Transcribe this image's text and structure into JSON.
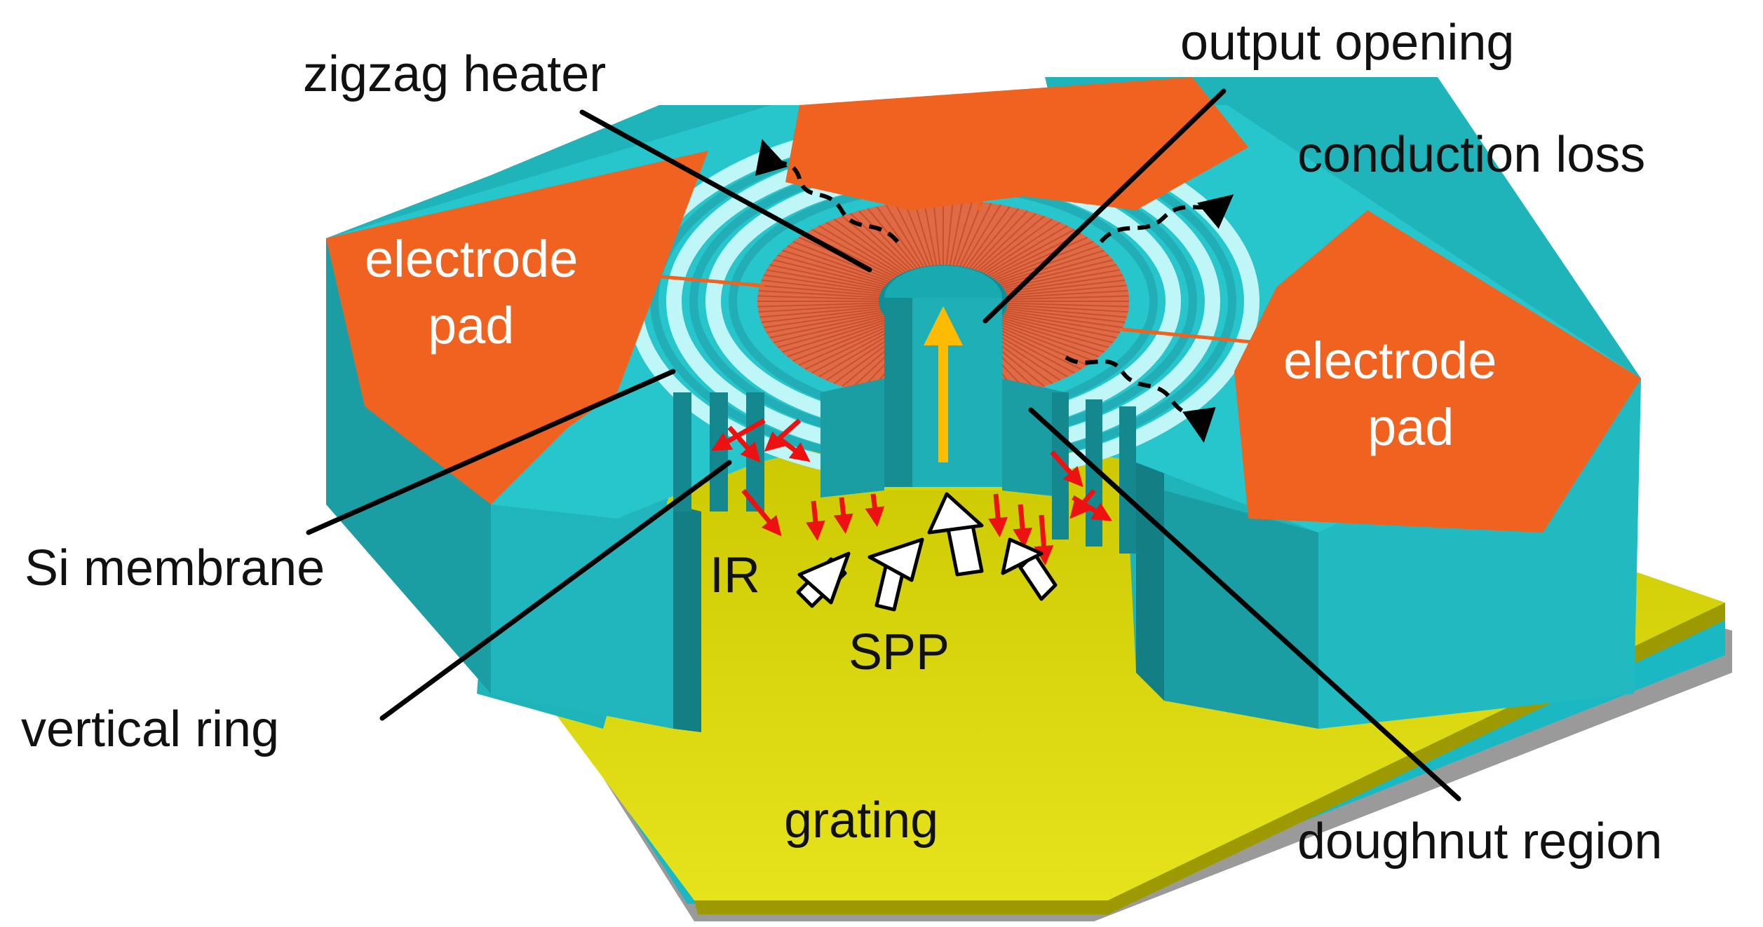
{
  "labels": {
    "zigzag_heater": "zigzag heater",
    "output_opening": "output opening",
    "conduction_loss": "conduction loss",
    "electrode_pad_left_line1": "electrode",
    "electrode_pad_left_line2": "pad",
    "electrode_pad_right_line1": "electrode",
    "electrode_pad_right_line2": "pad",
    "si_membrane": "Si membrane",
    "vertical_ring": "vertical ring",
    "ir": "IR",
    "spp": "SPP",
    "grating": "grating",
    "doughnut_region": "doughnut region"
  },
  "colors": {
    "membrane_top": "#26c6cc",
    "membrane_side": "#1a9ea4",
    "membrane_side_dark": "#137f85",
    "electrode": "#f0621f",
    "heater": "#e06a45",
    "grating": "#d2cf05",
    "grating_light": "#e4e21a",
    "ring_light": "#bff6f8",
    "output_arrow": "#ffbb00",
    "ir_arrow": "#ee1111"
  }
}
